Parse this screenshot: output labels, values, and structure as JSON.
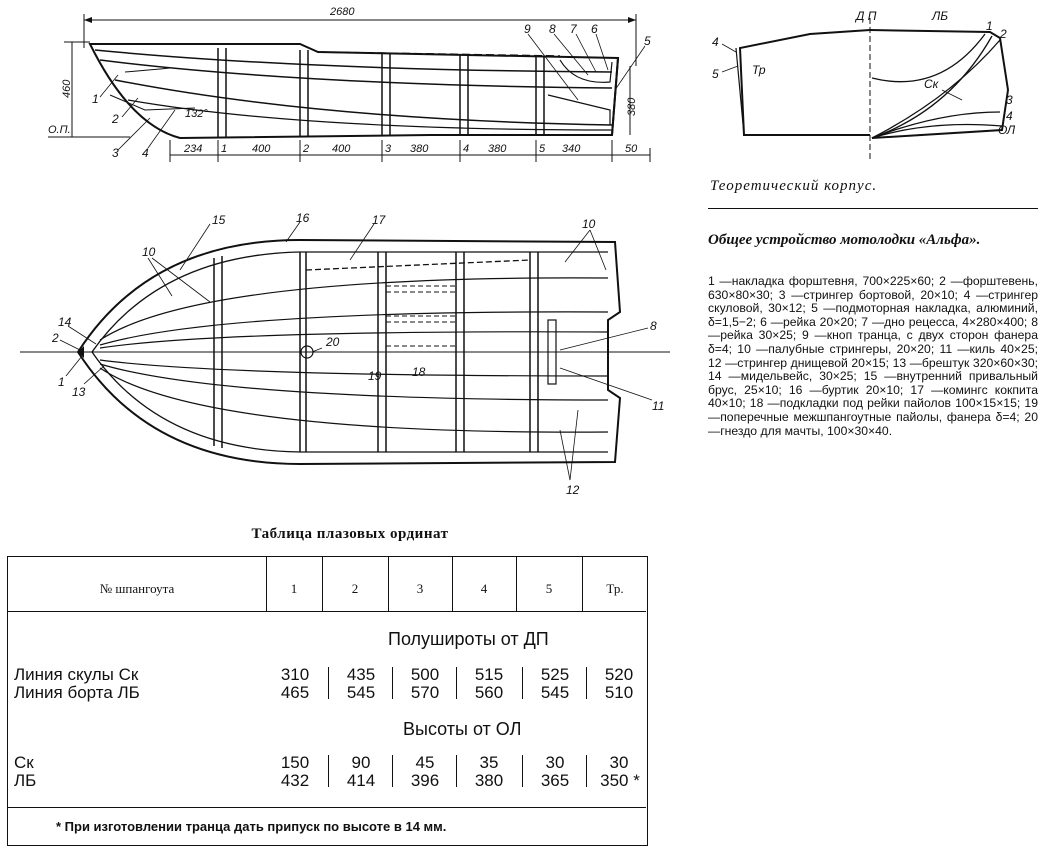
{
  "side_view": {
    "length": "2680",
    "height": "460",
    "transom_height": "380",
    "baseline": "О.П.",
    "angle": "132°",
    "part_numbers": [
      "1",
      "2",
      "3",
      "4",
      "9",
      "8",
      "7",
      "6",
      "5"
    ],
    "station_labels": [
      "1",
      "2",
      "3",
      "4",
      "5"
    ],
    "spacings": [
      "234",
      "400",
      "400",
      "380",
      "380",
      "340",
      "50"
    ]
  },
  "plan_view": {
    "part_numbers": [
      "15",
      "16",
      "10",
      "17",
      "10",
      "14",
      "2",
      "1",
      "13",
      "20",
      "19",
      "18",
      "8",
      "11",
      "12"
    ]
  },
  "body_plan": {
    "labels": [
      "Д П",
      "ЛБ",
      "1",
      "2",
      "4",
      "5",
      "Тр",
      "Ск",
      "3",
      "4",
      "ОЛ"
    ],
    "caption": "Теоретический корпус."
  },
  "general": {
    "title": "Общее устройство мотолодки «Альфа».",
    "legend": "1 —накладка форштевня, 700×225×60; 2 —форштевень, 630×80×30; 3 —стрингер бортовой, 20×10; 4 —стрингер скуловой, 30×12; 5 —подмоторная накладка, алюминий, δ=1,5−2; 6 —рейка 20×20; 7 —дно рецесса, 4×280×400; 8 —рейка 30×25; 9 —кноп транца, с двух сторон фанера δ=4; 10 —палубные стрингеры, 20×20; 11 —киль 40×25; 12 —стрингер днищевой 20×15; 13 —брештук 320×60×30; 14 —мидельвейс, 30×25; 15 —внутренний привальный брус, 25×10; 16 —буртик 20×10; 17 —комингс кокпита 40×10; 18 —подкладки под рейки пайолов 100×15×15; 19 —поперечные межшпангоутные пайолы, фанера δ=4; 20 —гнездо для мачты, 100×30×40."
  },
  "table": {
    "title": "Таблица плазовых ординат",
    "header_label": "№ шпангоута",
    "columns": [
      "1",
      "2",
      "3",
      "4",
      "5",
      "Тр."
    ],
    "section1": "Полуширoты от ДП",
    "section2": "Высоты от ОЛ",
    "rows1": [
      {
        "label": "Линия скулы Ск",
        "values": [
          "310",
          "435",
          "500",
          "515",
          "525",
          "520"
        ]
      },
      {
        "label": "Линия борта ЛБ",
        "values": [
          "465",
          "545",
          "570",
          "560",
          "545",
          "510"
        ]
      }
    ],
    "rows2": [
      {
        "label": "Ск",
        "values": [
          "150",
          "90",
          "45",
          "35",
          "30",
          "30"
        ]
      },
      {
        "label": "ЛБ",
        "values": [
          "432",
          "414",
          "396",
          "380",
          "365",
          "350 *"
        ]
      }
    ],
    "footnote": "* При изготовлении транца дать припуск по высоте в 14 мм."
  }
}
